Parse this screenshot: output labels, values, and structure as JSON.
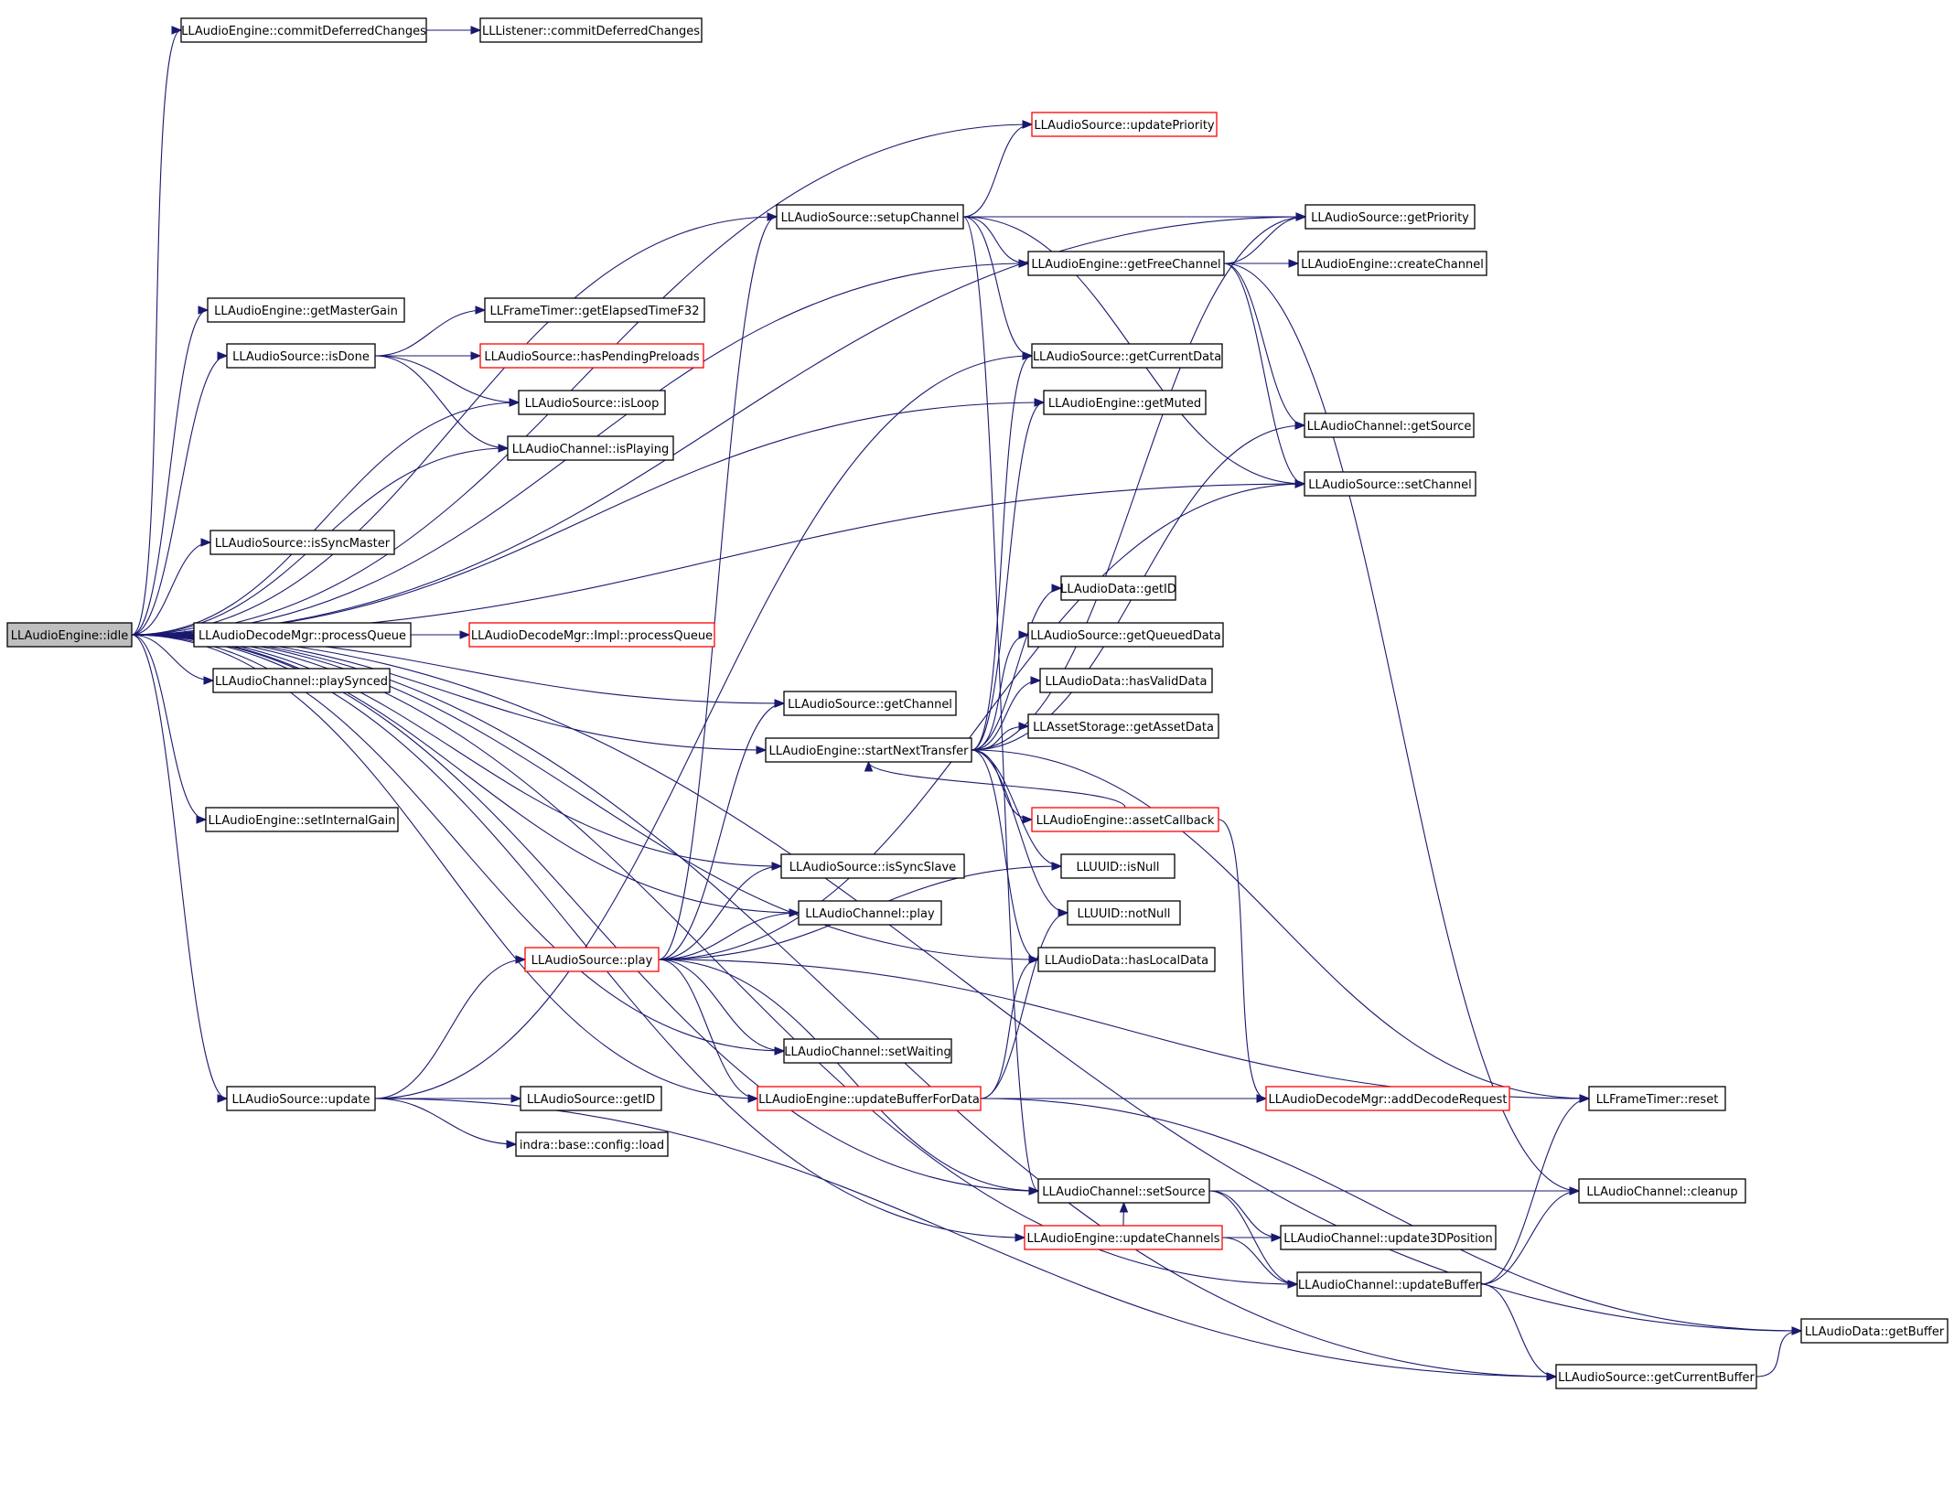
{
  "colors": {
    "edge": "#191970",
    "root_fill": "#bfbfbf",
    "truncated_border": "#ff0000",
    "node_border": "#000000"
  },
  "nodes": [
    {
      "id": "idle",
      "label": "LLAudioEngine::idle",
      "style": "root"
    },
    {
      "id": "commitDeferred",
      "label": "LLAudioEngine::commitDeferredChanges",
      "style": "normal"
    },
    {
      "id": "listenerCommit",
      "label": "LLListener::commitDeferredChanges",
      "style": "normal"
    },
    {
      "id": "updatePriority",
      "label": "LLAudioSource::updatePriority",
      "style": "red"
    },
    {
      "id": "setupChannel",
      "label": "LLAudioSource::setupChannel",
      "style": "normal"
    },
    {
      "id": "getPriority",
      "label": "LLAudioSource::getPriority",
      "style": "normal"
    },
    {
      "id": "getFreeChannel",
      "label": "LLAudioEngine::getFreeChannel",
      "style": "normal"
    },
    {
      "id": "createChannel",
      "label": "LLAudioEngine::createChannel",
      "style": "normal"
    },
    {
      "id": "getMasterGain",
      "label": "LLAudioEngine::getMasterGain",
      "style": "normal"
    },
    {
      "id": "getElapsed",
      "label": "LLFrameTimer::getElapsedTimeF32",
      "style": "normal"
    },
    {
      "id": "isDone",
      "label": "LLAudioSource::isDone",
      "style": "normal"
    },
    {
      "id": "hasPending",
      "label": "LLAudioSource::hasPendingPreloads",
      "style": "red"
    },
    {
      "id": "getCurrentData",
      "label": "LLAudioSource::getCurrentData",
      "style": "normal"
    },
    {
      "id": "isLoop",
      "label": "LLAudioSource::isLoop",
      "style": "normal"
    },
    {
      "id": "getMuted",
      "label": "LLAudioEngine::getMuted",
      "style": "normal"
    },
    {
      "id": "chGetSource",
      "label": "LLAudioChannel::getSource",
      "style": "normal"
    },
    {
      "id": "isPlaying",
      "label": "LLAudioChannel::isPlaying",
      "style": "normal"
    },
    {
      "id": "setChannel",
      "label": "LLAudioSource::setChannel",
      "style": "normal"
    },
    {
      "id": "isSyncMaster",
      "label": "LLAudioSource::isSyncMaster",
      "style": "normal"
    },
    {
      "id": "dataGetID",
      "label": "LLAudioData::getID",
      "style": "normal"
    },
    {
      "id": "processQueue",
      "label": "LLAudioDecodeMgr::processQueue",
      "style": "normal"
    },
    {
      "id": "implProcessQueue",
      "label": "LLAudioDecodeMgr::Impl::processQueue",
      "style": "red"
    },
    {
      "id": "getQueuedData",
      "label": "LLAudioSource::getQueuedData",
      "style": "normal"
    },
    {
      "id": "playSynced",
      "label": "LLAudioChannel::playSynced",
      "style": "normal"
    },
    {
      "id": "hasValidData",
      "label": "LLAudioData::hasValidData",
      "style": "normal"
    },
    {
      "id": "getChannel",
      "label": "LLAudioSource::getChannel",
      "style": "normal"
    },
    {
      "id": "getAssetData",
      "label": "LLAssetStorage::getAssetData",
      "style": "normal"
    },
    {
      "id": "startNextTransfer",
      "label": "LLAudioEngine::startNextTransfer",
      "style": "normal"
    },
    {
      "id": "setInternalGain",
      "label": "LLAudioEngine::setInternalGain",
      "style": "normal"
    },
    {
      "id": "assetCallback",
      "label": "LLAudioEngine::assetCallback",
      "style": "red"
    },
    {
      "id": "isSyncSlave",
      "label": "LLAudioSource::isSyncSlave",
      "style": "normal"
    },
    {
      "id": "isNull",
      "label": "LLUUID::isNull",
      "style": "normal"
    },
    {
      "id": "chPlay",
      "label": "LLAudioChannel::play",
      "style": "normal"
    },
    {
      "id": "notNull",
      "label": "LLUUID::notNull",
      "style": "normal"
    },
    {
      "id": "srcPlay",
      "label": "LLAudioSource::play",
      "style": "red"
    },
    {
      "id": "hasLocalData",
      "label": "LLAudioData::hasLocalData",
      "style": "normal"
    },
    {
      "id": "setWaiting",
      "label": "LLAudioChannel::setWaiting",
      "style": "normal"
    },
    {
      "id": "srcUpdate",
      "label": "LLAudioSource::update",
      "style": "normal"
    },
    {
      "id": "srcGetID",
      "label": "LLAudioSource::getID",
      "style": "normal"
    },
    {
      "id": "updateBufferForData",
      "label": "LLAudioEngine::updateBufferForData",
      "style": "red"
    },
    {
      "id": "addDecodeRequest",
      "label": "LLAudioDecodeMgr::addDecodeRequest",
      "style": "red"
    },
    {
      "id": "timerReset",
      "label": "LLFrameTimer::reset",
      "style": "normal"
    },
    {
      "id": "configLoad",
      "label": "indra::base::config::load",
      "style": "normal"
    },
    {
      "id": "setSource",
      "label": "LLAudioChannel::setSource",
      "style": "normal"
    },
    {
      "id": "cleanup",
      "label": "LLAudioChannel::cleanup",
      "style": "normal"
    },
    {
      "id": "updateChannels",
      "label": "LLAudioEngine::updateChannels",
      "style": "red"
    },
    {
      "id": "update3D",
      "label": "LLAudioChannel::update3DPosition",
      "style": "normal"
    },
    {
      "id": "chUpdateBuffer",
      "label": "LLAudioChannel::updateBuffer",
      "style": "normal"
    },
    {
      "id": "getBuffer",
      "label": "LLAudioData::getBuffer",
      "style": "normal"
    },
    {
      "id": "getCurrentBuffer",
      "label": "LLAudioSource::getCurrentBuffer",
      "style": "normal"
    }
  ],
  "edges": [
    [
      "idle",
      "commitDeferred"
    ],
    [
      "idle",
      "updatePriority"
    ],
    [
      "idle",
      "setupChannel"
    ],
    [
      "idle",
      "getPriority"
    ],
    [
      "idle",
      "getFreeChannel"
    ],
    [
      "idle",
      "getMasterGain"
    ],
    [
      "idle",
      "isDone"
    ],
    [
      "idle",
      "isLoop"
    ],
    [
      "idle",
      "getMuted"
    ],
    [
      "idle",
      "isPlaying"
    ],
    [
      "idle",
      "setChannel"
    ],
    [
      "idle",
      "isSyncMaster"
    ],
    [
      "idle",
      "processQueue"
    ],
    [
      "idle",
      "playSynced"
    ],
    [
      "idle",
      "getChannel"
    ],
    [
      "idle",
      "startNextTransfer"
    ],
    [
      "idle",
      "setInternalGain"
    ],
    [
      "idle",
      "isSyncSlave"
    ],
    [
      "idle",
      "chPlay"
    ],
    [
      "idle",
      "hasLocalData"
    ],
    [
      "idle",
      "setWaiting"
    ],
    [
      "idle",
      "srcUpdate"
    ],
    [
      "idle",
      "updateBufferForData"
    ],
    [
      "idle",
      "setSource"
    ],
    [
      "idle",
      "updateChannels"
    ],
    [
      "idle",
      "chUpdateBuffer"
    ],
    [
      "idle",
      "getCurrentBuffer"
    ],
    [
      "idle",
      "getBuffer"
    ],
    [
      "commitDeferred",
      "listenerCommit"
    ],
    [
      "setupChannel",
      "updatePriority"
    ],
    [
      "setupChannel",
      "getPriority"
    ],
    [
      "setupChannel",
      "getFreeChannel"
    ],
    [
      "setupChannel",
      "getCurrentData"
    ],
    [
      "setupChannel",
      "setChannel"
    ],
    [
      "setupChannel",
      "setSource"
    ],
    [
      "getFreeChannel",
      "getPriority"
    ],
    [
      "getFreeChannel",
      "createChannel"
    ],
    [
      "getFreeChannel",
      "chGetSource"
    ],
    [
      "getFreeChannel",
      "setChannel"
    ],
    [
      "getFreeChannel",
      "cleanup"
    ],
    [
      "isDone",
      "getElapsed"
    ],
    [
      "isDone",
      "hasPending"
    ],
    [
      "isDone",
      "isLoop"
    ],
    [
      "isDone",
      "isPlaying"
    ],
    [
      "processQueue",
      "implProcessQueue"
    ],
    [
      "startNextTransfer",
      "getPriority"
    ],
    [
      "startNextTransfer",
      "getCurrentData"
    ],
    [
      "startNextTransfer",
      "getMuted"
    ],
    [
      "startNextTransfer",
      "chGetSource"
    ],
    [
      "startNextTransfer",
      "dataGetID"
    ],
    [
      "startNextTransfer",
      "getQueuedData"
    ],
    [
      "startNextTransfer",
      "hasValidData"
    ],
    [
      "startNextTransfer",
      "getAssetData"
    ],
    [
      "startNextTransfer",
      "assetCallback"
    ],
    [
      "startNextTransfer",
      "isNull"
    ],
    [
      "startNextTransfer",
      "notNull"
    ],
    [
      "startNextTransfer",
      "hasLocalData"
    ],
    [
      "startNextTransfer",
      "timerReset"
    ],
    [
      "assetCallback",
      "startNextTransfer"
    ],
    [
      "assetCallback",
      "addDecodeRequest"
    ],
    [
      "srcPlay",
      "setupChannel"
    ],
    [
      "srcPlay",
      "getChannel"
    ],
    [
      "srcPlay",
      "isSyncSlave"
    ],
    [
      "srcPlay",
      "chPlay"
    ],
    [
      "srcPlay",
      "isNull"
    ],
    [
      "srcPlay",
      "setWaiting"
    ],
    [
      "srcPlay",
      "updateBufferForData"
    ],
    [
      "srcPlay",
      "setSource"
    ],
    [
      "srcPlay",
      "timerReset"
    ],
    [
      "srcPlay",
      "setChannel"
    ],
    [
      "srcUpdate",
      "srcPlay"
    ],
    [
      "srcUpdate",
      "getCurrentData"
    ],
    [
      "srcUpdate",
      "srcGetID"
    ],
    [
      "srcUpdate",
      "configLoad"
    ],
    [
      "srcUpdate",
      "getCurrentBuffer"
    ],
    [
      "updateBufferForData",
      "addDecodeRequest"
    ],
    [
      "updateBufferForData",
      "notNull"
    ],
    [
      "updateBufferForData",
      "hasLocalData"
    ],
    [
      "updateBufferForData",
      "getBuffer"
    ],
    [
      "setSource",
      "cleanup"
    ],
    [
      "setSource",
      "update3D"
    ],
    [
      "setSource",
      "chUpdateBuffer"
    ],
    [
      "updateChannels",
      "setSource"
    ],
    [
      "updateChannels",
      "update3D"
    ],
    [
      "updateChannels",
      "chUpdateBuffer"
    ],
    [
      "chUpdateBuffer",
      "timerReset"
    ],
    [
      "chUpdateBuffer",
      "cleanup"
    ],
    [
      "chUpdateBuffer",
      "getCurrentBuffer"
    ],
    [
      "getCurrentBuffer",
      "getBuffer"
    ]
  ]
}
